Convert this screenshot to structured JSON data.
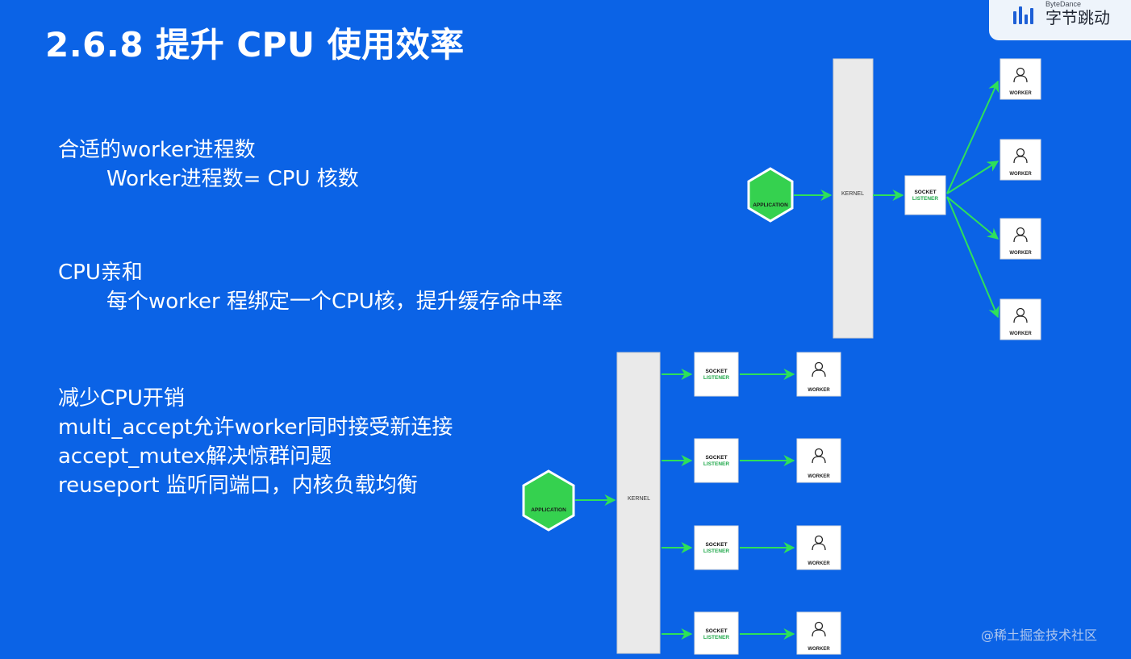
{
  "slide": {
    "title": "2.6.8 提升 CPU 使用效率",
    "blocks": [
      {
        "heading": "合适的worker进程数",
        "detail": "Worker进程数= CPU 核数"
      },
      {
        "heading": "CPU亲和",
        "detail": "每个worker  程绑定一个CPU核，提升缓存命中率"
      },
      {
        "lines": [
          "减少CPU开销",
          "multi_accept允许worker同时接受新连接",
          "accept_mutex解决惊群问题",
          "reuseport 监听同端口，内核负载均衡"
        ]
      }
    ]
  },
  "logo": {
    "sub": "ByteDance",
    "brand": "字节跳动"
  },
  "watermark": "@稀土掘金技术社区",
  "diagram_top": {
    "application": "APPLICATION",
    "kernel": "KERNEL",
    "socket": {
      "line1": "SOCKET",
      "line2": "LISTENER"
    },
    "workers": [
      "WORKER",
      "WORKER",
      "WORKER",
      "WORKER"
    ]
  },
  "diagram_bottom": {
    "application": "APPLICATION",
    "kernel": "KERNEL",
    "sockets": [
      {
        "line1": "SOCKET",
        "line2": "LISTENER"
      },
      {
        "line1": "SOCKET",
        "line2": "LISTENER"
      },
      {
        "line1": "SOCKET",
        "line2": "LISTENER"
      },
      {
        "line1": "SOCKET",
        "line2": "LISTENER"
      }
    ],
    "workers": [
      "WORKER",
      "WORKER",
      "WORKER",
      "WORKER"
    ]
  },
  "colors": {
    "background": "#0b63e6",
    "arrow": "#2ee05a",
    "application_hex": "#35d14f",
    "box": "#ffffff",
    "kernel": "#eaeaea"
  }
}
